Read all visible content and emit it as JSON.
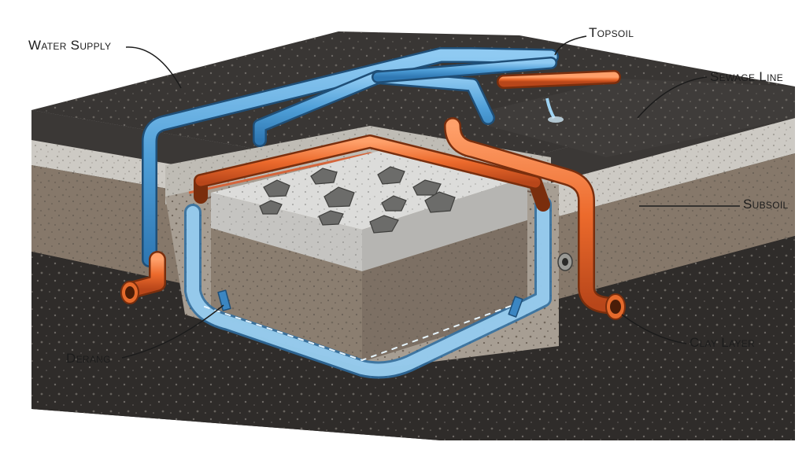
{
  "labels": {
    "water_supply": "Water Supply",
    "topsoil": "Topsoil",
    "sewage_line": "Sewage Line",
    "subsoil": "Subsoil",
    "clay_layer": "Clay Layer",
    "derang": "Derang"
  },
  "colors": {
    "topsoil": "#3b3836",
    "subsoil": "#86786a",
    "clay": "#2f2c2a",
    "sand_band": "#cdcac4",
    "concrete": "#d9d9d7",
    "water_pipe": "#5aa8e0",
    "sewage_pipe": "#ee6a2a"
  }
}
